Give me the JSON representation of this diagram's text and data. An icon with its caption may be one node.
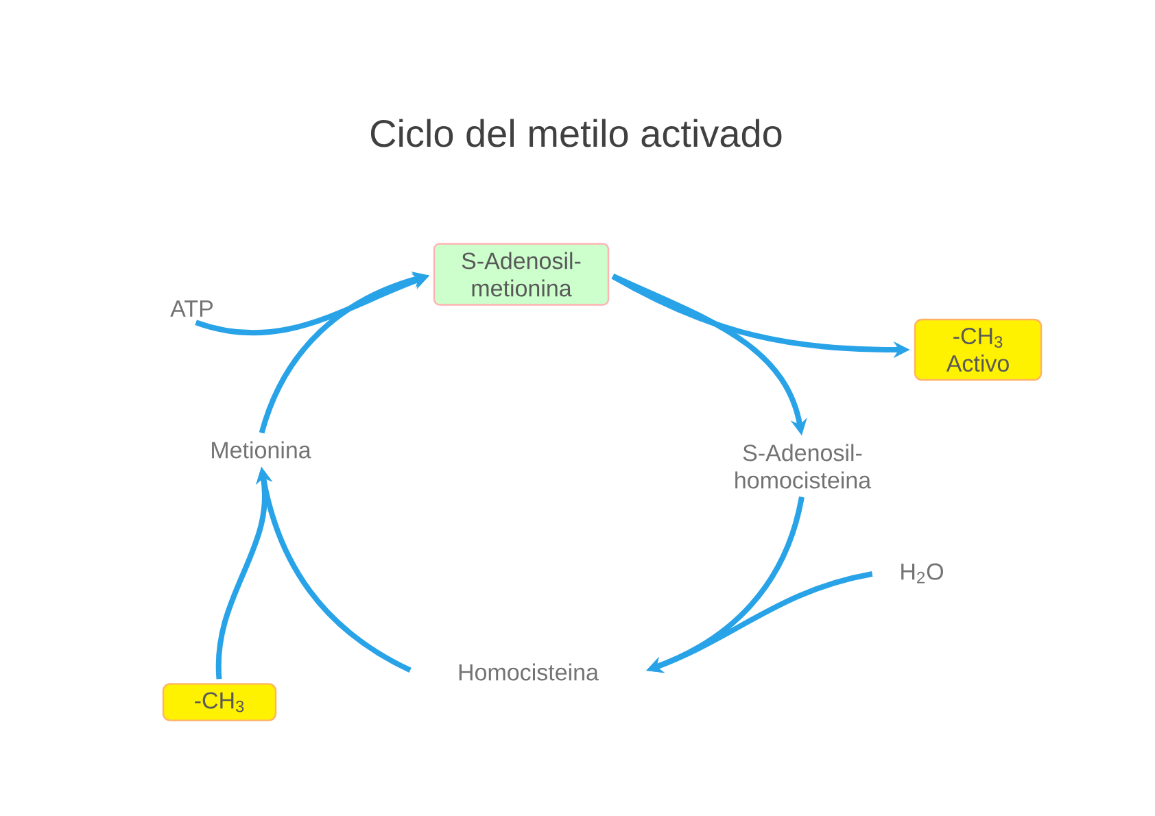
{
  "diagram": {
    "title": "Ciclo del metilo activado",
    "nodes": [
      {
        "text": [
          "S-Adenosil-metionina"
        ]
      },
      {
        "text": [
          "-CH$_{3}$ Activo"
        ]
      },
      {
        "text": [
          "S-Adenosil-homocisteina"
        ]
      },
      {
        "text": [
          "H$_{2}$O"
        ]
      },
      {
        "text": [
          "Homocisteina"
        ]
      },
      {
        "text": [
          "-CH$_{3}$"
        ]
      },
      {
        "text": [
          "Metionina"
        ]
      },
      {
        "text": [
          "ATP"
        ]
      }
    ],
    "edges": [
      {
        "from": 6,
        "to": 0,
        "arrow": "to"
      },
      {
        "from": 7,
        "to": 0,
        "arrow": "to"
      },
      {
        "from": 0,
        "to": 2,
        "arrow": "to"
      },
      {
        "from": 0,
        "to": 1,
        "arrow": "to"
      },
      {
        "from": 2,
        "to": 4,
        "arrow": "to"
      },
      {
        "from": 3,
        "to": 4,
        "arrow": "to"
      },
      {
        "from": 4,
        "to": 6,
        "arrow": "to"
      },
      {
        "from": 5,
        "to": 6,
        "arrow": "to"
      }
    ]
  }
}
